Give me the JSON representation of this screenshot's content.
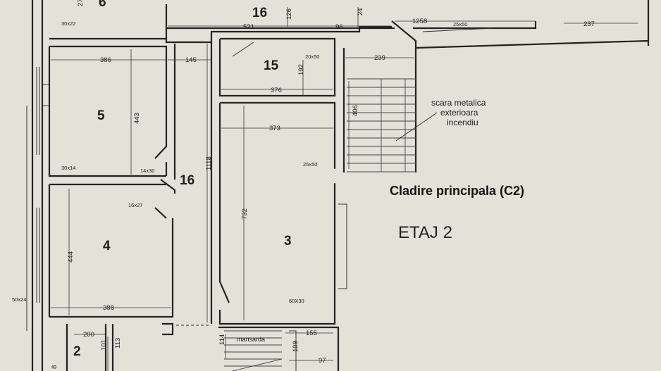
{
  "rooms": {
    "r6": "6",
    "r16_top": "16",
    "r15": "15",
    "r5": "5",
    "r16_mid": "16",
    "r4": "4",
    "r3": "3",
    "r2": "2"
  },
  "dimensions": {
    "d386": "386",
    "d443": "443",
    "d444": "444",
    "d388": "388",
    "d145": "145",
    "d1118": "1118",
    "d521": "521",
    "d126": "126",
    "d24": "24",
    "d96": "96",
    "d1258": "1258",
    "d239": "239",
    "d237": "237",
    "d376": "376",
    "d192": "192",
    "d373": "373",
    "d406": "406",
    "d732": "732",
    "d155": "155",
    "d109": "109",
    "d97": "97",
    "d200": "200",
    "d101": "101",
    "d113": "113",
    "d114": "114",
    "d27": "27",
    "d8": "8"
  },
  "openings": {
    "o30x22": "30x22",
    "o20x50": "20x50",
    "o30x14": "30x14",
    "o14x30": "14x30",
    "o16x27": "16x27",
    "o25x50_a": "25x50",
    "o25x50_b": "25x50",
    "o60x30": "60X30",
    "o50x24": "50x24"
  },
  "labels": {
    "stair_line1": "scara metalica",
    "stair_line2": "exterioara",
    "stair_line3": "incendiu",
    "mansarda": "mansarda",
    "building_title": "Cladire principala (C2)",
    "floor_title": "ETAJ 2"
  }
}
